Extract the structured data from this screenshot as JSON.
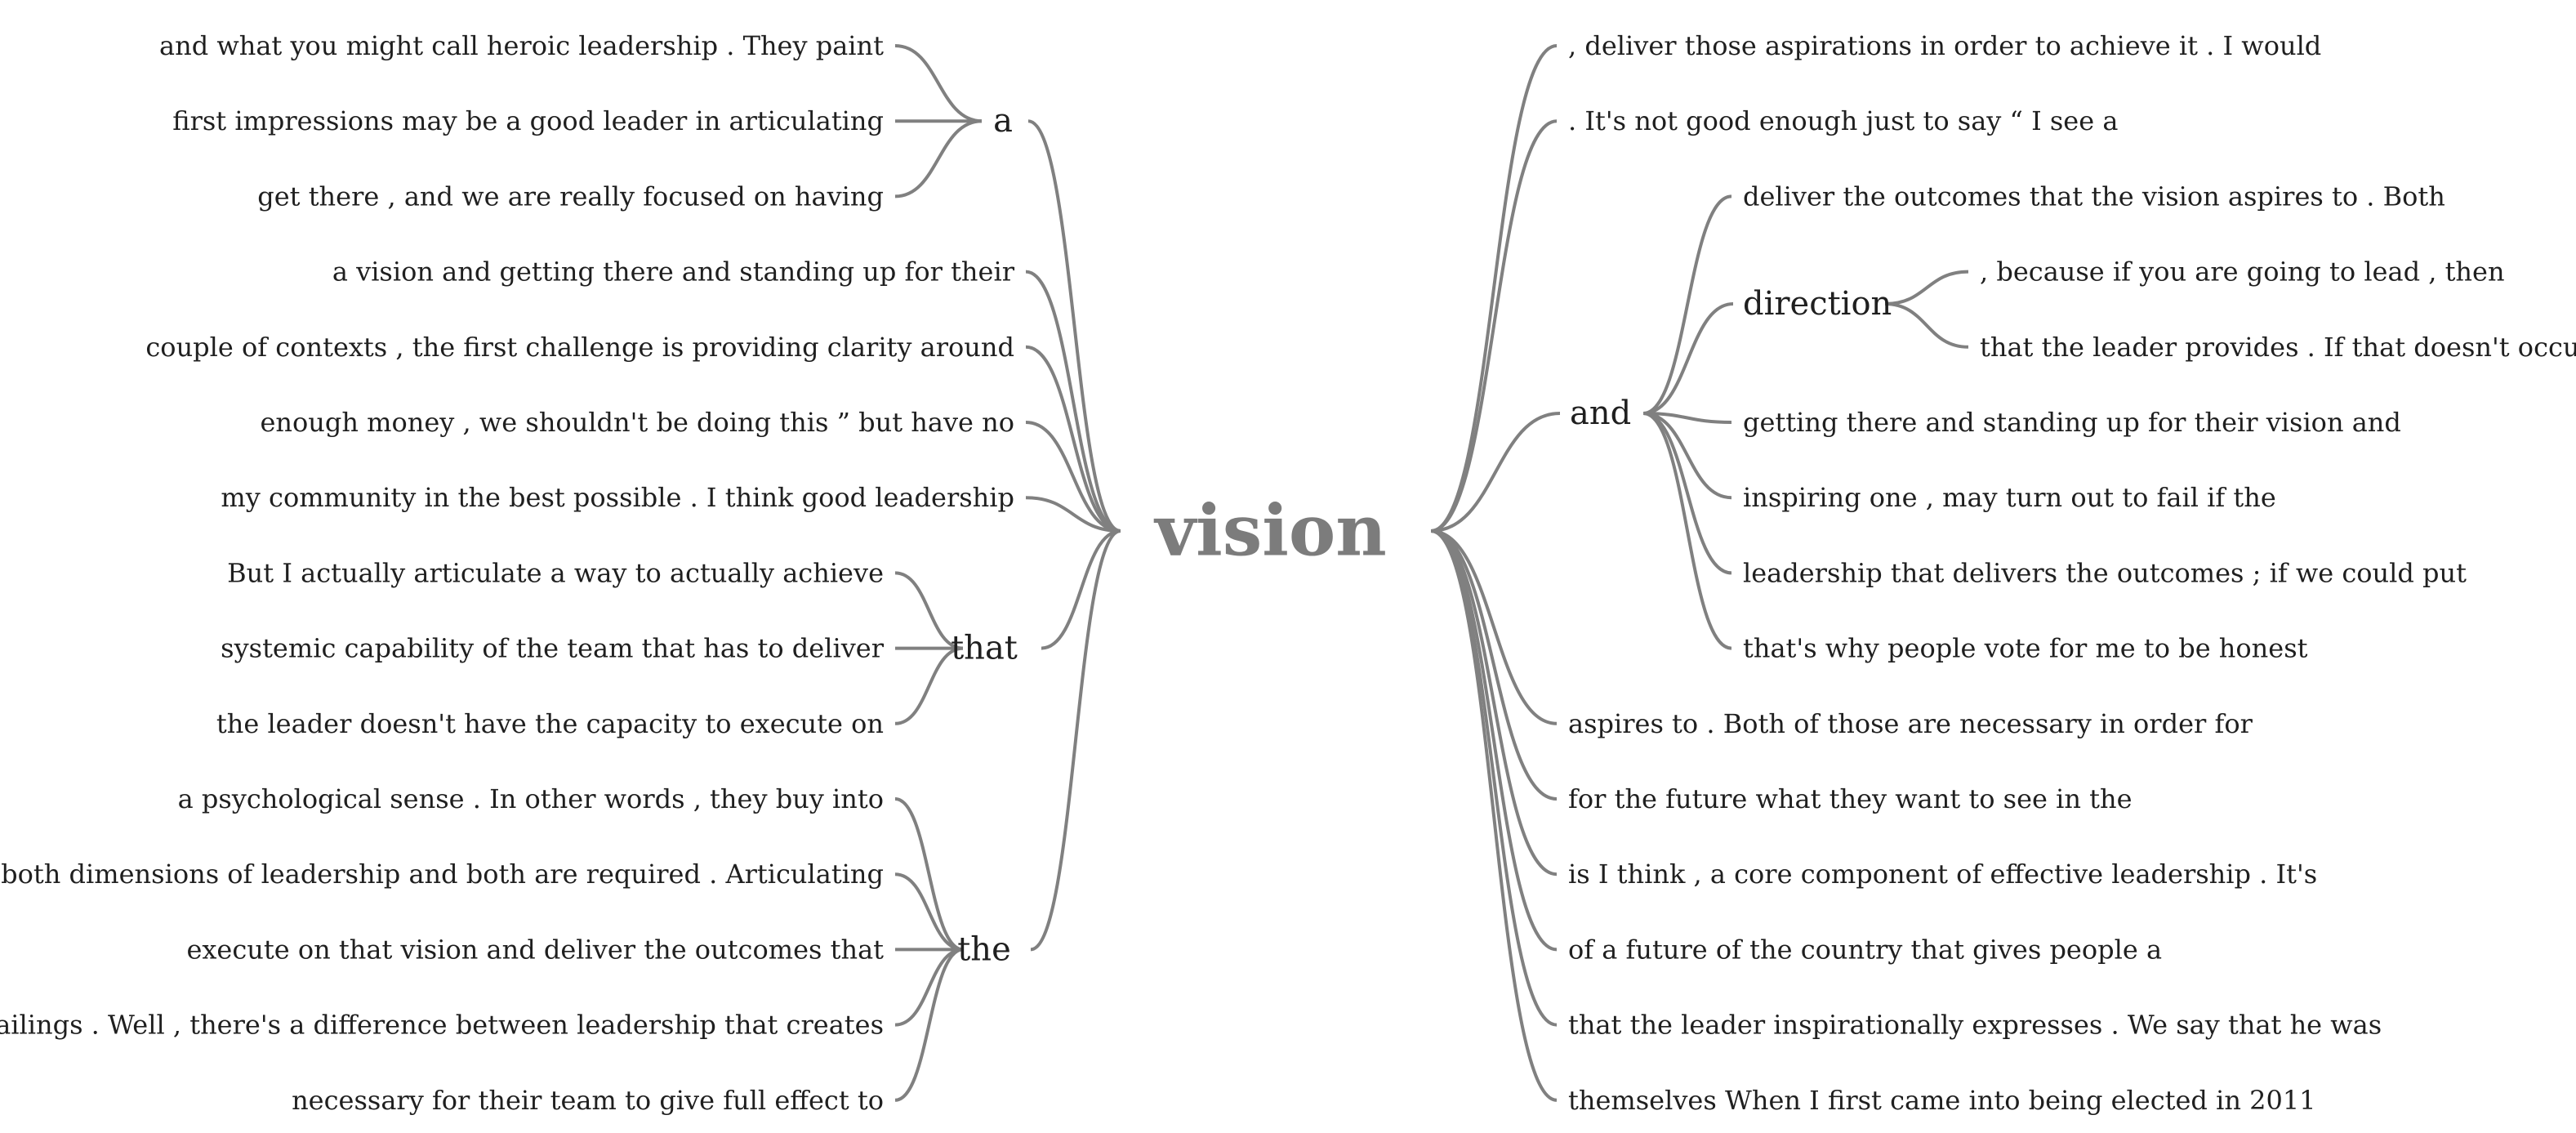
{
  "root": {
    "label": "vision"
  },
  "left": [
    {
      "text": "and what you might call heroic leadership . They paint",
      "group": "a"
    },
    {
      "text": "first impressions may be a good leader in articulating",
      "group": "a"
    },
    {
      "text": "get there , and we are really focused on having",
      "group": "a"
    },
    {
      "text": "a vision and getting there and standing up for their"
    },
    {
      "text": "couple of contexts , the first challenge is providing clarity around"
    },
    {
      "text": "enough money , we shouldn't be doing this ” but have no"
    },
    {
      "text": "my community in the best possible . I think good leadership"
    },
    {
      "text": "But I actually articulate a way to actually achieve",
      "group": "that"
    },
    {
      "text": "systemic capability of the team that has to deliver",
      "group": "that"
    },
    {
      "text": "the leader doesn't have the capacity to execute on",
      "group": "that"
    },
    {
      "text": "a psychological sense . In other words , they buy into",
      "group": "the"
    },
    {
      "text": "both dimensions of leadership and both are required . Articulating",
      "group": "the"
    },
    {
      "text": "execute on that vision and deliver the outcomes that",
      "group": "the"
    },
    {
      "text": "failings . Well , there's a difference between leadership that creates",
      "group": "the"
    },
    {
      "text": "necessary for their team to give full effect to",
      "group": "the"
    }
  ],
  "left_groups": [
    {
      "id": "a",
      "label": "a"
    },
    {
      "id": "that",
      "label": "that"
    },
    {
      "id": "the",
      "label": "the"
    }
  ],
  "right": [
    {
      "text": ", deliver those aspirations in order to achieve it . I would"
    },
    {
      "text": ". It's not good enough just to say “ I see a"
    },
    {
      "text": "deliver the outcomes that the vision aspires to . Both",
      "group": "and"
    },
    {
      "text": ", because if you are going to lead , then",
      "group": "and",
      "sub": "direction"
    },
    {
      "text": "that the leader provides . If that doesn't occur ,",
      "group": "and",
      "sub": "direction"
    },
    {
      "text": "getting there and standing up for their vision and",
      "group": "and"
    },
    {
      "text": "inspiring one , may turn out to fail if the",
      "group": "and"
    },
    {
      "text": "leadership that delivers the outcomes ; if we could put",
      "group": "and"
    },
    {
      "text": "that's why people vote for me to be honest",
      "group": "and"
    },
    {
      "text": "aspires to . Both of those are necessary in order for"
    },
    {
      "text": "for the future what they want to see in the"
    },
    {
      "text": "is I think , a core component of effective leadership . It's"
    },
    {
      "text": "of a future of the country that gives people a"
    },
    {
      "text": "that the leader inspirationally expresses . We say that he was"
    },
    {
      "text": "themselves When I first came into being elected in 2011"
    }
  ],
  "right_groups": [
    {
      "id": "and",
      "label": "and"
    }
  ],
  "right_subgroups": [
    {
      "id": "direction",
      "label": "direction",
      "parent": "and"
    }
  ]
}
